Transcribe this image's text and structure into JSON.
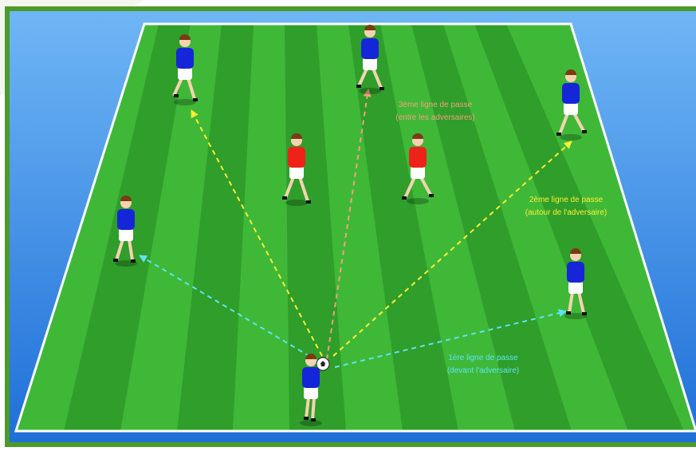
{
  "annotations": {
    "line1": {
      "title": "1ère ligne de passe",
      "subtitle": "(devant l'adversaire)",
      "color": "#5fe3f5"
    },
    "line2": {
      "title": "2ème ligne de passe",
      "subtitle": "(autour de l'adversaire)",
      "color": "#ffee33"
    },
    "line3": {
      "title": "3ème ligne de passe",
      "subtitle": "(entre les adversaires)",
      "color": "#f4a07c"
    }
  },
  "colors": {
    "field_light": "#3fb838",
    "field_dark": "#2f9e2a",
    "sky": "#3a93e6",
    "frame": "#4c9a2a",
    "team_attack": "#1526d8",
    "team_defense": "#ee2218",
    "shorts": "#ffffff"
  },
  "players": {
    "attackers": [
      "ball-carrier",
      "receiver-left",
      "receiver-top-left",
      "receiver-top-center",
      "receiver-right-top",
      "receiver-right-bottom"
    ],
    "defenders": [
      "defender-left",
      "defender-right"
    ]
  }
}
